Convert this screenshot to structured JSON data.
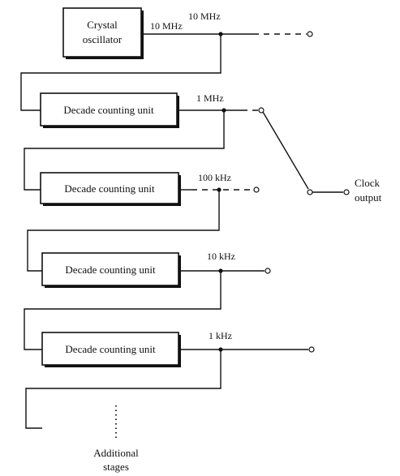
{
  "oscillator": {
    "line1": "Crystal",
    "line2": "oscillator",
    "out_label_a": "10 MHz",
    "out_label_b": "10 MHz"
  },
  "stages": [
    {
      "label": "Decade counting unit",
      "output": "1 MHz"
    },
    {
      "label": "Decade counting unit",
      "output": "100 kHz"
    },
    {
      "label": "Decade counting unit",
      "output": "10 kHz"
    },
    {
      "label": "Decade counting unit",
      "output": "1 kHz"
    }
  ],
  "clock_output": {
    "line1": "Clock",
    "line2": "output"
  },
  "additional": {
    "line1": "Additional",
    "line2": "stages"
  }
}
